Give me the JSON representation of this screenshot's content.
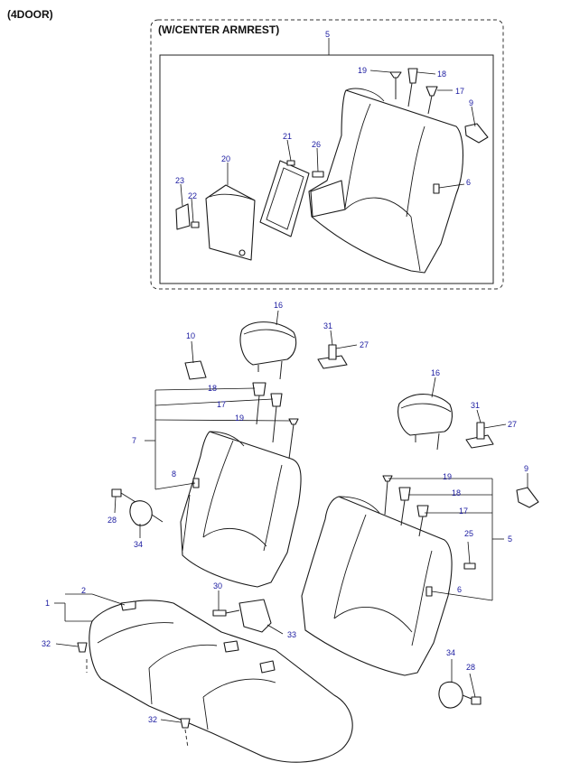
{
  "title": "(4DOOR)",
  "inset_title": "(W/CENTER ARMREST)",
  "callouts": {
    "c1": "1",
    "c2": "2",
    "c5a": "5",
    "c5b": "5",
    "c6a": "6",
    "c6b": "6",
    "c7": "7",
    "c8": "8",
    "c9a": "9",
    "c9b": "9",
    "c10": "10",
    "c16a": "16",
    "c16b": "16",
    "c17a": "17",
    "c17b": "17",
    "c17c": "17",
    "c18a": "18",
    "c18b": "18",
    "c18c": "18",
    "c19a": "19",
    "c19b": "19",
    "c19c": "19",
    "c20": "20",
    "c21": "21",
    "c22": "22",
    "c23": "23",
    "c25": "25",
    "c26": "26",
    "c27a": "27",
    "c27b": "27",
    "c28a": "28",
    "c28b": "28",
    "c30": "30",
    "c31a": "31",
    "c31b": "31",
    "c32a": "32",
    "c32b": "32",
    "c33": "33",
    "c34a": "34",
    "c34b": "34"
  },
  "colors": {
    "callout": "#1a1aa0",
    "line": "#1a1a1a"
  }
}
